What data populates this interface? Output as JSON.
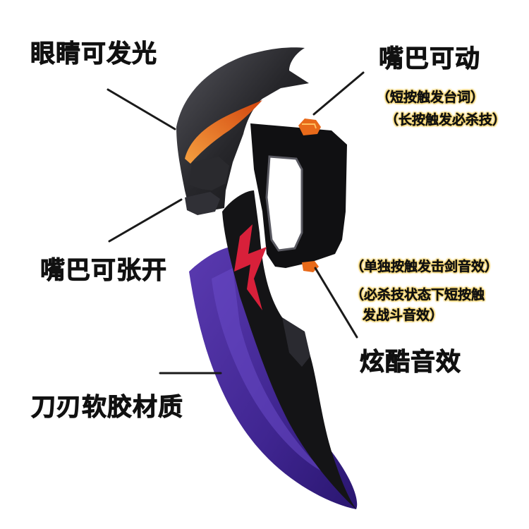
{
  "labels": {
    "eyes_glow": "眼睛可发光",
    "mouth_movable": "嘴巴可动",
    "mouth_movable_note_1": "（短按触发台词）",
    "mouth_movable_note_2": "（长按触发必杀技）",
    "mouth_opens": "嘴巴可张开",
    "sound_note_1": "（单独按触发击剑音效）",
    "sound_note_2_line1": "（必杀技状态下短按触",
    "sound_note_2_line2": "发战斗音效）",
    "cool_sound": "炫酷音效",
    "blade_material": "刀刃软胶材质"
  },
  "colors": {
    "text": "#111111",
    "note_glow": "#f3d472",
    "body_black": "#141416",
    "body_gray": "#3a3a40",
    "eye_orange": "#e8741c",
    "button_orange": "#e86a1a",
    "blade_purple": "#4a2a9a",
    "accent_red": "#d8203a"
  }
}
